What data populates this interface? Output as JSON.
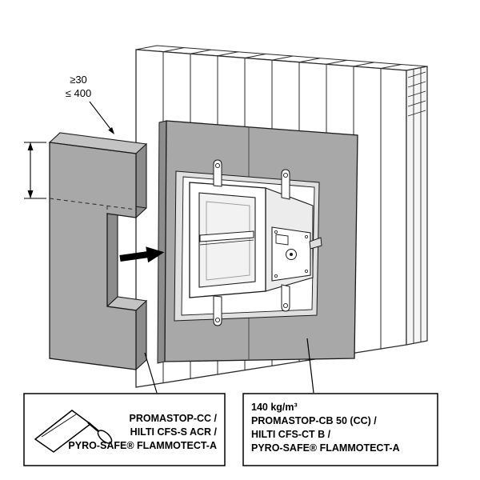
{
  "figure": {
    "dimension_label": {
      "line1": "≥30",
      "line2": "≤ 400"
    },
    "callout_left": {
      "lines": [
        "PROMASTOP-CC /",
        "HILTI CFS-S ACR /",
        "PYRO-SAFE® FLAMMOTECT-A"
      ]
    },
    "callout_right": {
      "lines": [
        "140 kg/m³",
        "PROMASTOP-CB 50 (CC) /",
        "HILTI CFS-CT B /",
        "PYRO-SAFE® FLAMMOTECT-A"
      ]
    },
    "colors": {
      "board_fill": "#a8a8a8",
      "board_edge": "#8c8c8c",
      "board_top": "#c3c3c3",
      "outline": "#1a1a1a",
      "background": "#ffffff"
    }
  }
}
